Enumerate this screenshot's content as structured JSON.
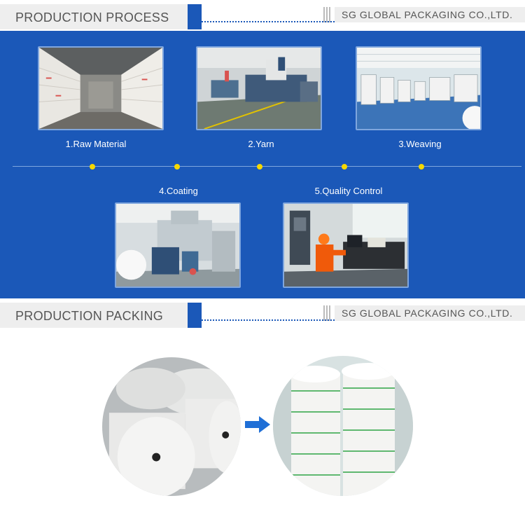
{
  "process_header": {
    "title": "PRODUCTION PROCESS",
    "company": "SG GLOBAL PACKAGING CO.,LTD."
  },
  "packing_header": {
    "title": "PRODUCTION PACKING",
    "company": "SG GLOBAL PACKAGING CO.,LTD."
  },
  "steps": [
    {
      "label": "1.Raw Material"
    },
    {
      "label": "2.Yarn"
    },
    {
      "label": "3.Weaving"
    },
    {
      "label": "4.Coating"
    },
    {
      "label": "5.Quality Control"
    }
  ],
  "colors": {
    "brand_blue": "#1b58b8",
    "accent_yellow": "#f5d800",
    "header_gray": "#eeeeee"
  },
  "icons": {
    "packing_arrow": "arrow-right-icon"
  }
}
